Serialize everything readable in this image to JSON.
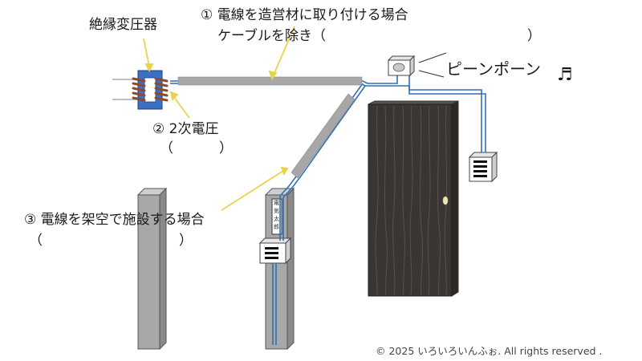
{
  "labels": {
    "transformer": "絶縁変圧器",
    "case1_title": "① 電線を造営材に取り付ける場合",
    "case1_sub": "ケーブルを除き（",
    "case1_close": "）",
    "case2_title": "② 2次電圧",
    "case2_paren_open": "（",
    "case2_paren_close": "）",
    "case3_title": "③ 電線を架空で施設する場合",
    "case3_paren_open": "（",
    "case3_paren_close": "）",
    "chime": "ピーンポーン",
    "music_note": "♬",
    "nameplate": "電気太郎",
    "copyright": "© 2025 いろいろいんふぉ.  All rights reserved ."
  },
  "colors": {
    "wire": "#2f6fb5",
    "gray_pipe": "#a7a7a7",
    "transformer_blue": "#3b70c4",
    "coil": "#8b4a2b",
    "door": "#3a3532",
    "pillar": "#a9a9a9",
    "pointer": "#e8d44a"
  }
}
